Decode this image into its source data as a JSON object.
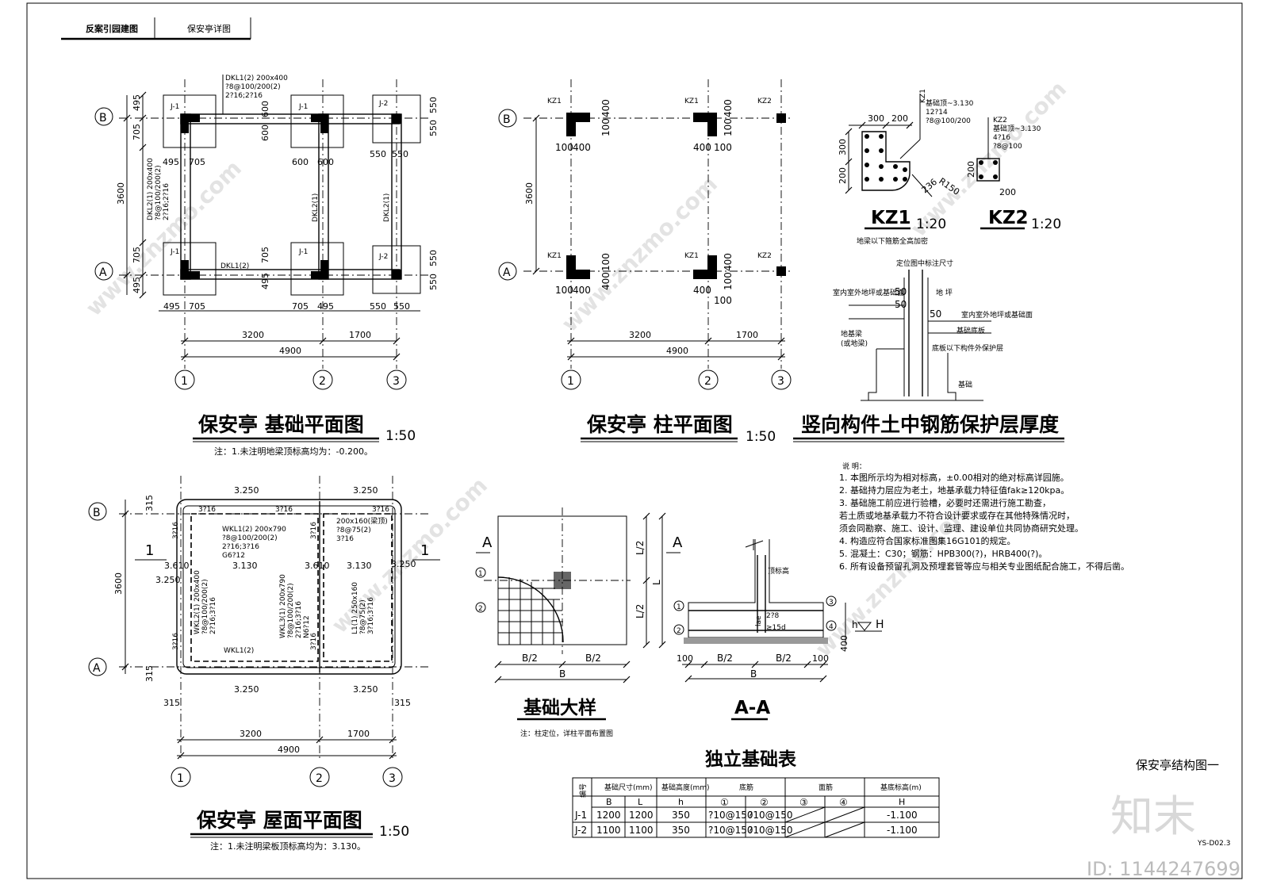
{
  "header": {
    "project": "反案引园建图",
    "sheet_name": "保安亭详图"
  },
  "sheet_title": "保安亭结构图一",
  "sheet_no": "YS-D02.3",
  "watermark": {
    "logo": "知末",
    "id": "ID: 1144247699",
    "site": "www.znzmo.com"
  },
  "axes": {
    "row_b": "B",
    "row_a": "A",
    "col_1": "1",
    "col_2": "2",
    "col_3": "3"
  },
  "foundation_plan": {
    "title": "保安亭  基础平面图",
    "scale": "1:50",
    "note": "注：1.未注明地梁顶标高均为：-0.200。",
    "spans": [
      "3200",
      "1700"
    ],
    "total": "4900",
    "height": "3600",
    "beam_main": "DKL1(2) 200x400",
    "beam_stir": "?8@100/200(2)",
    "beam_bars": "2?16;2?16",
    "beam_v1": "DKL2(1) 200x400",
    "beam_v1_stir": "?8@100/200(2)",
    "beam_v1_bars": "2?16;2?16",
    "beam_v2": "DKL2(1)",
    "beam_v3": "DKL2(1)",
    "beam_bottom": "DKL1(2)",
    "footings": [
      "J-1",
      "J-1",
      "J-2",
      "J-1",
      "J-1",
      "J-2"
    ],
    "dims": {
      "d495": "495",
      "d705": "705",
      "d600": "600",
      "d550": "550"
    }
  },
  "column_plan": {
    "title": "保安亭  柱平面图",
    "scale": "1:50",
    "kz1": "KZ1",
    "kz2": "KZ2",
    "d100": "100",
    "d400": "400",
    "spans": [
      "3200",
      "1700"
    ],
    "total": "4900",
    "height": "3600"
  },
  "kz_details": {
    "kz1": {
      "name": "KZ1",
      "scale": "1:20",
      "elev": "基础顶~3.130",
      "bars": "12?14",
      "stir": "?8@100/200",
      "d300": "300",
      "d200": "200",
      "r": "R150",
      "d236": "236",
      "note": "地梁以下箍筋全高加密"
    },
    "kz2": {
      "name": "KZ2",
      "scale": "1:20",
      "elev": "基础顶~3.130",
      "bars": "4?16",
      "stir": "?8@100",
      "d200": "200"
    }
  },
  "cover_detail": {
    "title": "竖向构件土中钢筋保护层厚度",
    "top_label": "定位图中标注尺寸",
    "d50a": "50",
    "d50b": "50",
    "d50c": "50",
    "lbl_left": "室内室外地坪或基础面",
    "lbl_mid": "地  坪",
    "lbl_right": "室内室外地坪或基础面",
    "lbl_slab": "基础底板",
    "lbl_beam": "地基梁",
    "lbl_beam2": "(或地梁)",
    "lbl_under": "底板以下构件外保护层",
    "lbl_found": "基础"
  },
  "roof_plan": {
    "title": "保安亭  屋面平面图",
    "scale": "1:50",
    "note": "注：1.未注明梁板顶标高均为：3.130。",
    "elev_3250": "3.250",
    "elev_3130": "3.130",
    "elev_3610": "3.610",
    "bars_3t16": "3?16",
    "d315": "315",
    "wkl1": "WKL1(2) 200x790",
    "wkl1_stir": "?8@100/200(2)",
    "wkl1_bars": "2?16;3?16",
    "wkl1_g": "G6?12",
    "wkl2": "WKL2(1) 200x400",
    "wkl2_stir": "?8@100/200(2)",
    "wkl2_bars": "2?16;3?16",
    "wkl3": "WKL3(1) 200x790",
    "wkl3_stir": "?8@100/200(2)",
    "wkl3_bars": "2?16;3?16",
    "wkl3_g": "N6?12",
    "l1": "L1(1) 250x160",
    "l1_stir": "?8@75(2)",
    "l1_bars": "3?16;3?16",
    "top_beam": "200x160(梁顶)",
    "top_beam_stir": "?8@75(2)",
    "top_beam_bars": "3?16",
    "wkl1_bottom": "WKL1(2)",
    "sec_mark": "1",
    "spans": [
      "3200",
      "1700"
    ],
    "total": "4900",
    "height": "3600"
  },
  "footing_detail": {
    "title": "基础大样",
    "note": "注：柱定位，详柱平面布置图",
    "a_mark": "A",
    "b2": "B/2",
    "b": "B",
    "l2": "L/2",
    "l": "L",
    "c1": "1",
    "c2": "2"
  },
  "section_aa": {
    "title": "A-A",
    "b2": "B/2",
    "b": "B",
    "d100": "100",
    "d400": "400",
    "h": "h",
    "H": "H",
    "c1": "1",
    "c2": "2",
    "c3": "3",
    "c4": "4",
    "lbl_top": "顶标高",
    "lbl_2t8": "2?8",
    "lbl_15d": "≥15d",
    "lbl_lae": "lae"
  },
  "notes": {
    "heading": "说  明：",
    "items": [
      "1. 本图所示均为相对标高，±0.00相对的绝对标高详园施。",
      "2. 基础持力层应为老土，地基承载力特征值fak≥120kpa。",
      "3. 基础施工前应进行验槽，必要时还需进行施工勘查，",
      "    若土质或地基承载力不符合设计要求或存在其他特殊情况时，",
      "    须会同勘察、施工、设计、监理、建设单位共同协商研究处理。",
      "4. 构造应符合国家标准图集16G101的规定。",
      "5. 混凝土：C30；钢筋：HPB300(?)，HRB400(?)。",
      "6. 所有设备预留孔洞及预埋套管等应与相关专业图纸配合施工，不得后凿。"
    ]
  },
  "table": {
    "title": "独立基础表",
    "h_no": "编号",
    "h_size": "基础尺寸(mm)",
    "h_height": "基础高度(mm)",
    "h_bottom": "底筋",
    "h_top": "面筋",
    "h_elev": "基底标高(m)",
    "s_b": "B",
    "s_l": "L",
    "s_h": "h",
    "s_1": "①",
    "s_2": "②",
    "s_3": "③",
    "s_4": "④",
    "s_H": "H",
    "rows": [
      [
        "J-1",
        "1200",
        "1200",
        "350",
        "?10@150",
        "?10@150",
        "",
        "",
        "-1.100"
      ],
      [
        "J-2",
        "1100",
        "1100",
        "350",
        "?10@150",
        "?10@150",
        "",
        "",
        "-1.100"
      ]
    ]
  }
}
